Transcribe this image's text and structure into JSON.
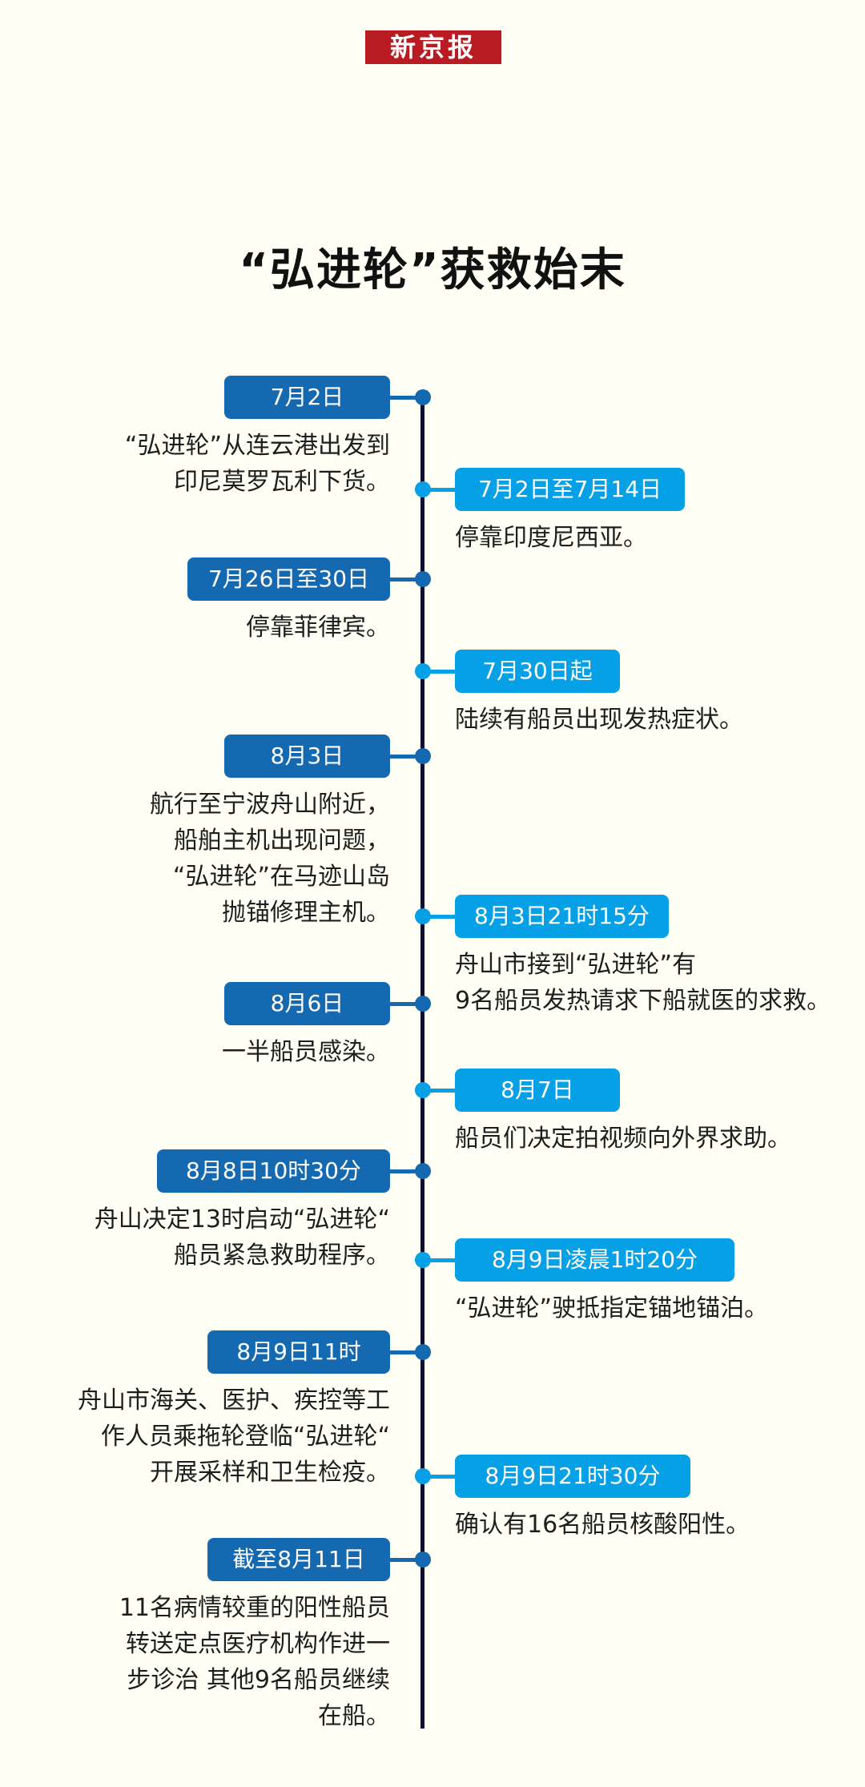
{
  "logo": "新京报",
  "title": "“弘进轮”获救始末",
  "colors": {
    "left_box": "#1569b0",
    "right_box": "#06a0e6",
    "axis": "#0d0d3a",
    "logo": "#b81c22"
  },
  "events": [
    {
      "side": "left",
      "date": "7月2日",
      "lines": [
        "“弘进轮”从连云港出发到",
        "印尼莫罗瓦利下货。"
      ]
    },
    {
      "side": "right",
      "date": "7月2日至7月14日",
      "lines": [
        "停靠印度尼西亚。"
      ]
    },
    {
      "side": "left",
      "date": "7月26日至30日",
      "lines": [
        "停靠菲律宾。"
      ]
    },
    {
      "side": "right",
      "date": "7月30日起",
      "lines": [
        "陆续有船员出现发热症状。"
      ]
    },
    {
      "side": "left",
      "date": "8月3日",
      "lines": [
        "航行至宁波舟山附近，",
        "船舶主机出现问题，",
        "“弘进轮”在马迹山岛",
        "抛锚修理主机。"
      ]
    },
    {
      "side": "right",
      "date": "8月3日21时15分",
      "lines": [
        "舟山市接到“弘进轮”有",
        "9名船员发热请求下船就医的求救。"
      ]
    },
    {
      "side": "left",
      "date": "8月6日",
      "lines": [
        "一半船员感染。"
      ]
    },
    {
      "side": "right",
      "date": "8月7日",
      "lines": [
        "船员们决定拍视频向外界求助。"
      ]
    },
    {
      "side": "left",
      "date": "8月8日10时30分",
      "lines": [
        "舟山决定13时启动“弘进轮“",
        "船员紧急救助程序。"
      ]
    },
    {
      "side": "right",
      "date": "8月9日凌晨1时20分",
      "lines": [
        "“弘进轮”驶抵指定锚地锚泊。"
      ]
    },
    {
      "side": "left",
      "date": "8月9日11时",
      "lines": [
        "舟山市海关、医护、疾控等工",
        "作人员乘拖轮登临“弘进轮“",
        "开展采样和卫生检疫。"
      ]
    },
    {
      "side": "right",
      "date": "8月9日21时30分",
      "lines": [
        "确认有16名船员核酸阳性。"
      ]
    },
    {
      "side": "left",
      "date": "截至8月11日",
      "lines": [
        "11名病情较重的阳性船员",
        "转送定点医疗机构作进一",
        "步诊治 其他9名船员继续",
        "在船。"
      ]
    }
  ]
}
